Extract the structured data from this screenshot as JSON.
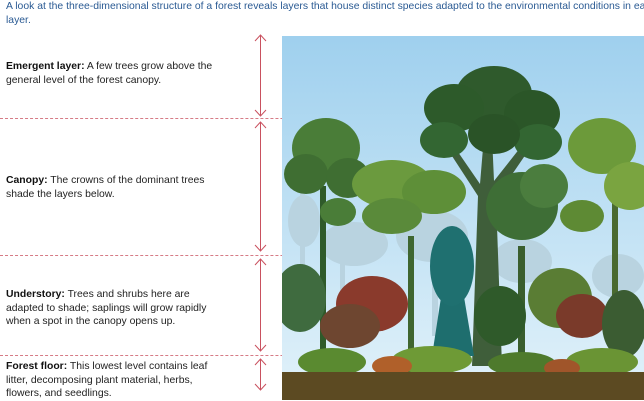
{
  "intro": {
    "line1": "A look at the three-dimensional structure of a forest reveals layers that house distinct species adapted to the environmental conditions in each",
    "line2": "layer."
  },
  "layers": [
    {
      "name": "Emergent layer:",
      "desc1": " A few trees grow above the",
      "desc2": "general level of the forest canopy.",
      "desc3": ""
    },
    {
      "name": "Canopy:",
      "desc1": " The crowns of the dominant trees",
      "desc2": "shade the layers below.",
      "desc3": ""
    },
    {
      "name": "Understory:",
      "desc1": " Trees and shrubs here are",
      "desc2": "adapted to shade; saplings  will grow rapidly",
      "desc3": "when a spot in  the canopy opens up."
    },
    {
      "name": "Forest floor:",
      "desc1": " This lowest level contains leaf",
      "desc2": "litter, decomposing plant material, herbs,",
      "desc3": "flowers, and seedlings."
    }
  ],
  "colors": {
    "intro_text": "#2a5a93",
    "separator": "#d67b86",
    "arrow": "#c9515f",
    "sky_top": "#9fd0ee",
    "sky_bottom": "#e2f2fa",
    "ground": "#5c4a22",
    "tree_dark": "#2d5a2a",
    "tree_mid": "#5a8a3a",
    "tree_teal": "#1e6e6e",
    "shrub_red": "#8a3a2c"
  }
}
